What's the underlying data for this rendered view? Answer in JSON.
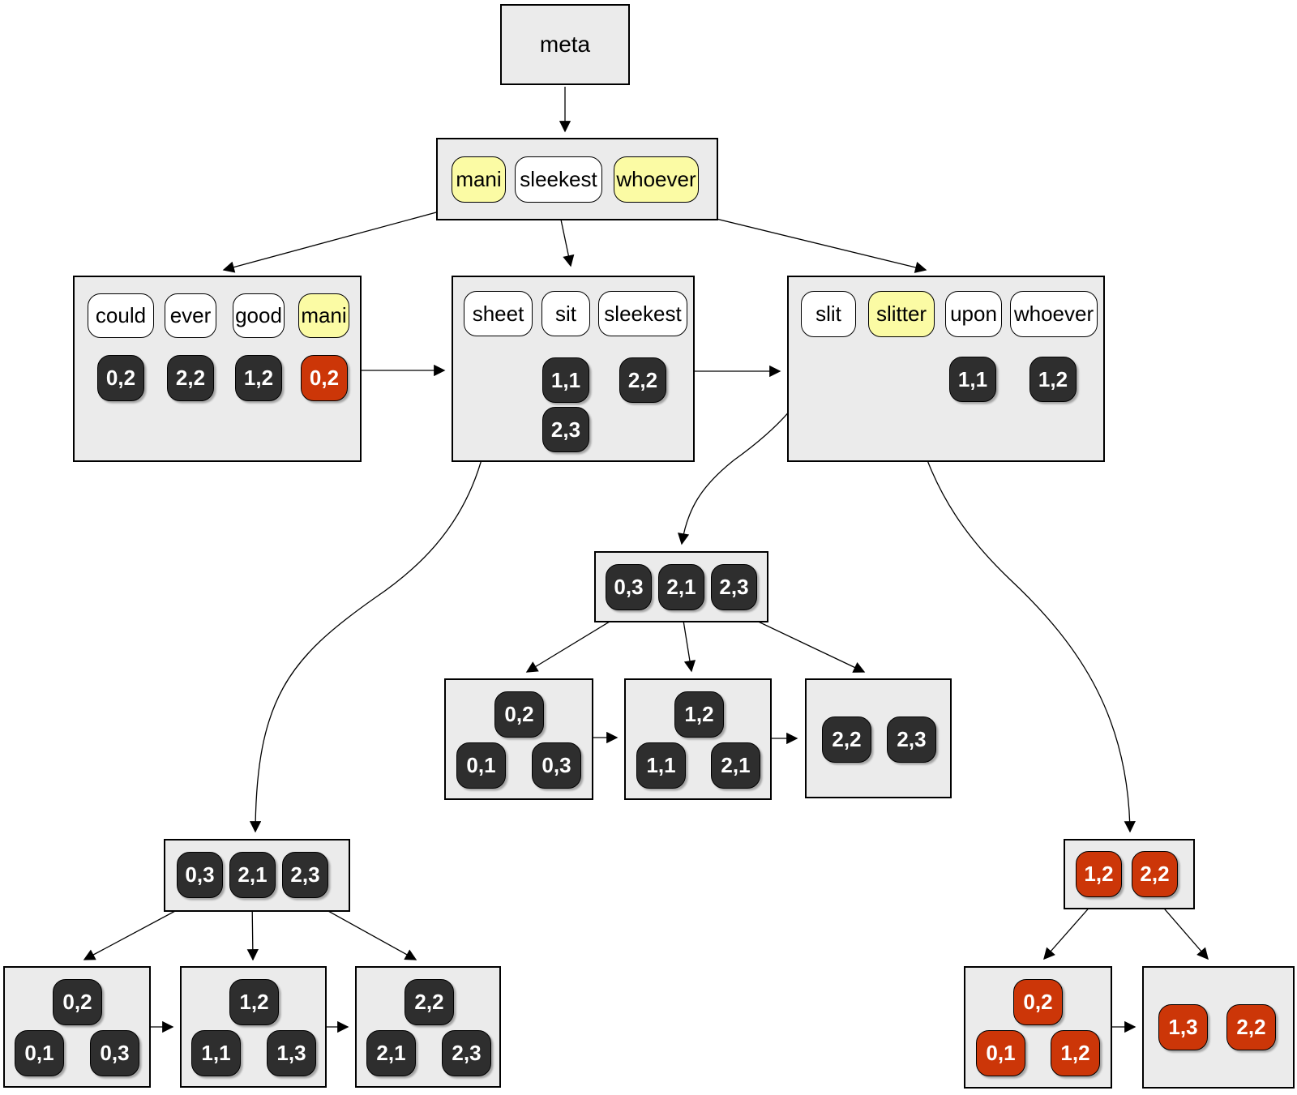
{
  "palette": {
    "boxbg": "#ebebeb",
    "dark": "#2e2e2e",
    "red": "#cc3608",
    "yellow": "#fbfba4",
    "white": "#ffffff",
    "edge": "#000000"
  },
  "meta": {
    "label": "meta"
  },
  "root": {
    "keys": [
      {
        "text": "mani",
        "color": "yellow"
      },
      {
        "text": "sleekest",
        "color": "white"
      },
      {
        "text": "whoever",
        "color": "yellow"
      }
    ]
  },
  "branch_left": {
    "keys": [
      {
        "text": "could",
        "color": "white"
      },
      {
        "text": "ever",
        "color": "white"
      },
      {
        "text": "good",
        "color": "white"
      },
      {
        "text": "mani",
        "color": "yellow"
      }
    ],
    "values": [
      {
        "text": "0,2",
        "color": "dark"
      },
      {
        "text": "2,2",
        "color": "dark"
      },
      {
        "text": "1,2",
        "color": "dark"
      },
      {
        "text": "0,2",
        "color": "red"
      }
    ]
  },
  "branch_mid": {
    "keys": [
      {
        "text": "sheet",
        "color": "white"
      },
      {
        "text": "sit",
        "color": "white"
      },
      {
        "text": "sleekest",
        "color": "white"
      }
    ],
    "values": [
      {
        "text": "1,1",
        "color": "dark"
      },
      {
        "text": "2,3",
        "color": "dark"
      },
      {
        "text": "2,2",
        "color": "dark"
      }
    ]
  },
  "branch_right": {
    "keys": [
      {
        "text": "slit",
        "color": "white"
      },
      {
        "text": "slitter",
        "color": "yellow"
      },
      {
        "text": "upon",
        "color": "white"
      },
      {
        "text": "whoever",
        "color": "white"
      }
    ],
    "values": [
      {
        "text": "1,1",
        "color": "dark"
      },
      {
        "text": "1,2",
        "color": "dark"
      }
    ]
  },
  "mid_bucket": {
    "values": [
      {
        "text": "0,3"
      },
      {
        "text": "2,1"
      },
      {
        "text": "2,3"
      }
    ]
  },
  "mid_leaves": [
    {
      "values": [
        {
          "text": "0,2"
        },
        {
          "text": "0,1"
        },
        {
          "text": "0,3"
        }
      ]
    },
    {
      "values": [
        {
          "text": "1,2"
        },
        {
          "text": "1,1"
        },
        {
          "text": "2,1"
        }
      ]
    },
    {
      "values": [
        {
          "text": "2,2"
        },
        {
          "text": "2,3"
        }
      ]
    }
  ],
  "left_bucket": {
    "values": [
      {
        "text": "0,3"
      },
      {
        "text": "2,1"
      },
      {
        "text": "2,3"
      }
    ]
  },
  "left_leaves": [
    {
      "values": [
        {
          "text": "0,2"
        },
        {
          "text": "0,1"
        },
        {
          "text": "0,3"
        }
      ]
    },
    {
      "values": [
        {
          "text": "1,2"
        },
        {
          "text": "1,1"
        },
        {
          "text": "1,3"
        }
      ]
    },
    {
      "values": [
        {
          "text": "2,2"
        },
        {
          "text": "2,1"
        },
        {
          "text": "2,3"
        }
      ]
    }
  ],
  "red_bucket": {
    "values": [
      {
        "text": "1,2"
      },
      {
        "text": "2,2"
      }
    ]
  },
  "red_leaves": [
    {
      "values": [
        {
          "text": "0,2"
        },
        {
          "text": "0,1"
        },
        {
          "text": "1,2"
        }
      ]
    },
    {
      "values": [
        {
          "text": "1,3"
        },
        {
          "text": "2,2"
        }
      ]
    }
  ]
}
